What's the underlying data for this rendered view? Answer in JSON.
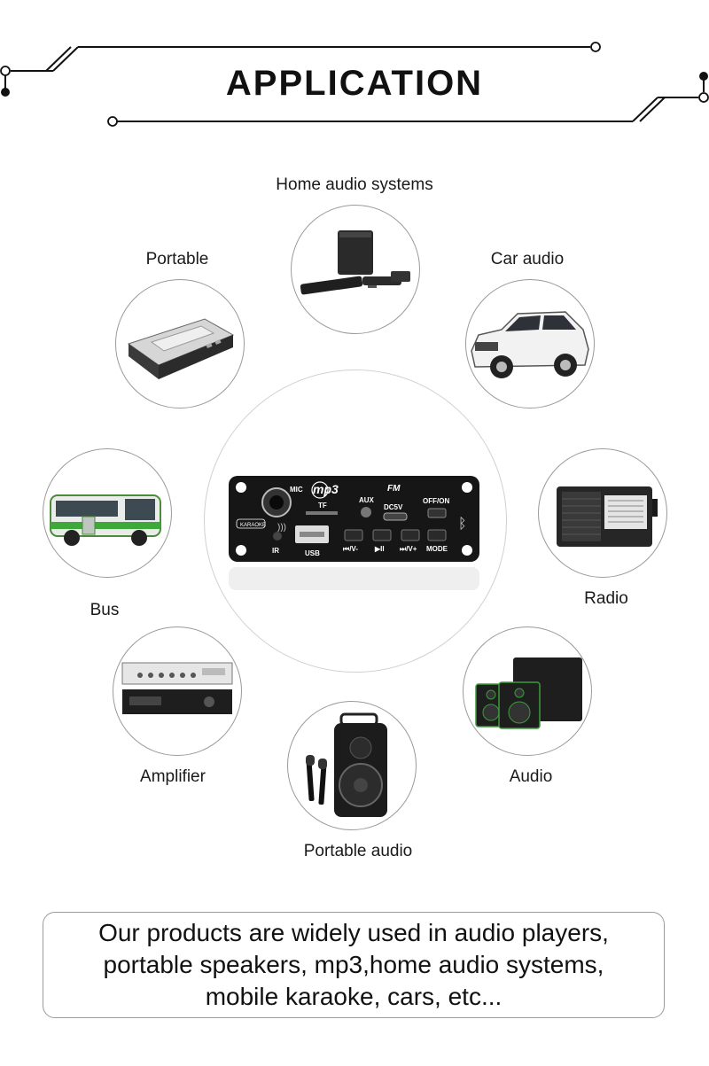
{
  "header": {
    "title": "APPLICATION"
  },
  "applications": [
    {
      "id": "home-audio",
      "label": "Home audio systems",
      "icon": "soundbar-icon"
    },
    {
      "id": "portable",
      "label": "Portable",
      "icon": "cassette-player-icon"
    },
    {
      "id": "car-audio",
      "label": "Car audio",
      "icon": "suv-car-icon"
    },
    {
      "id": "bus",
      "label": "Bus",
      "icon": "bus-icon"
    },
    {
      "id": "radio",
      "label": "Radio",
      "icon": "radio-icon"
    },
    {
      "id": "amplifier",
      "label": "Amplifier",
      "icon": "amplifier-icon"
    },
    {
      "id": "audio",
      "label": "Audio",
      "icon": "studio-monitors-icon"
    },
    {
      "id": "portable-audio",
      "label": "Portable audio",
      "icon": "party-speaker-icon"
    }
  ],
  "module": {
    "labels": {
      "mic": "MIC",
      "mp3": "mp3",
      "tf": "TF",
      "aux": "AUX",
      "fm": "FM",
      "dc5v": "DC5V",
      "offon": "OFF/ON",
      "ir": "IR",
      "usb": "USB",
      "prev": "⏮/V-",
      "play": "▶II",
      "next": "⏭/V+",
      "mode": "MODE",
      "karaoke": "KARAOKE"
    }
  },
  "footer": {
    "line1": "Our products are widely used in audio players,",
    "line2": "portable speakers, mp3,home audio systems,",
    "line3": "mobile karaoke, cars, etc..."
  }
}
